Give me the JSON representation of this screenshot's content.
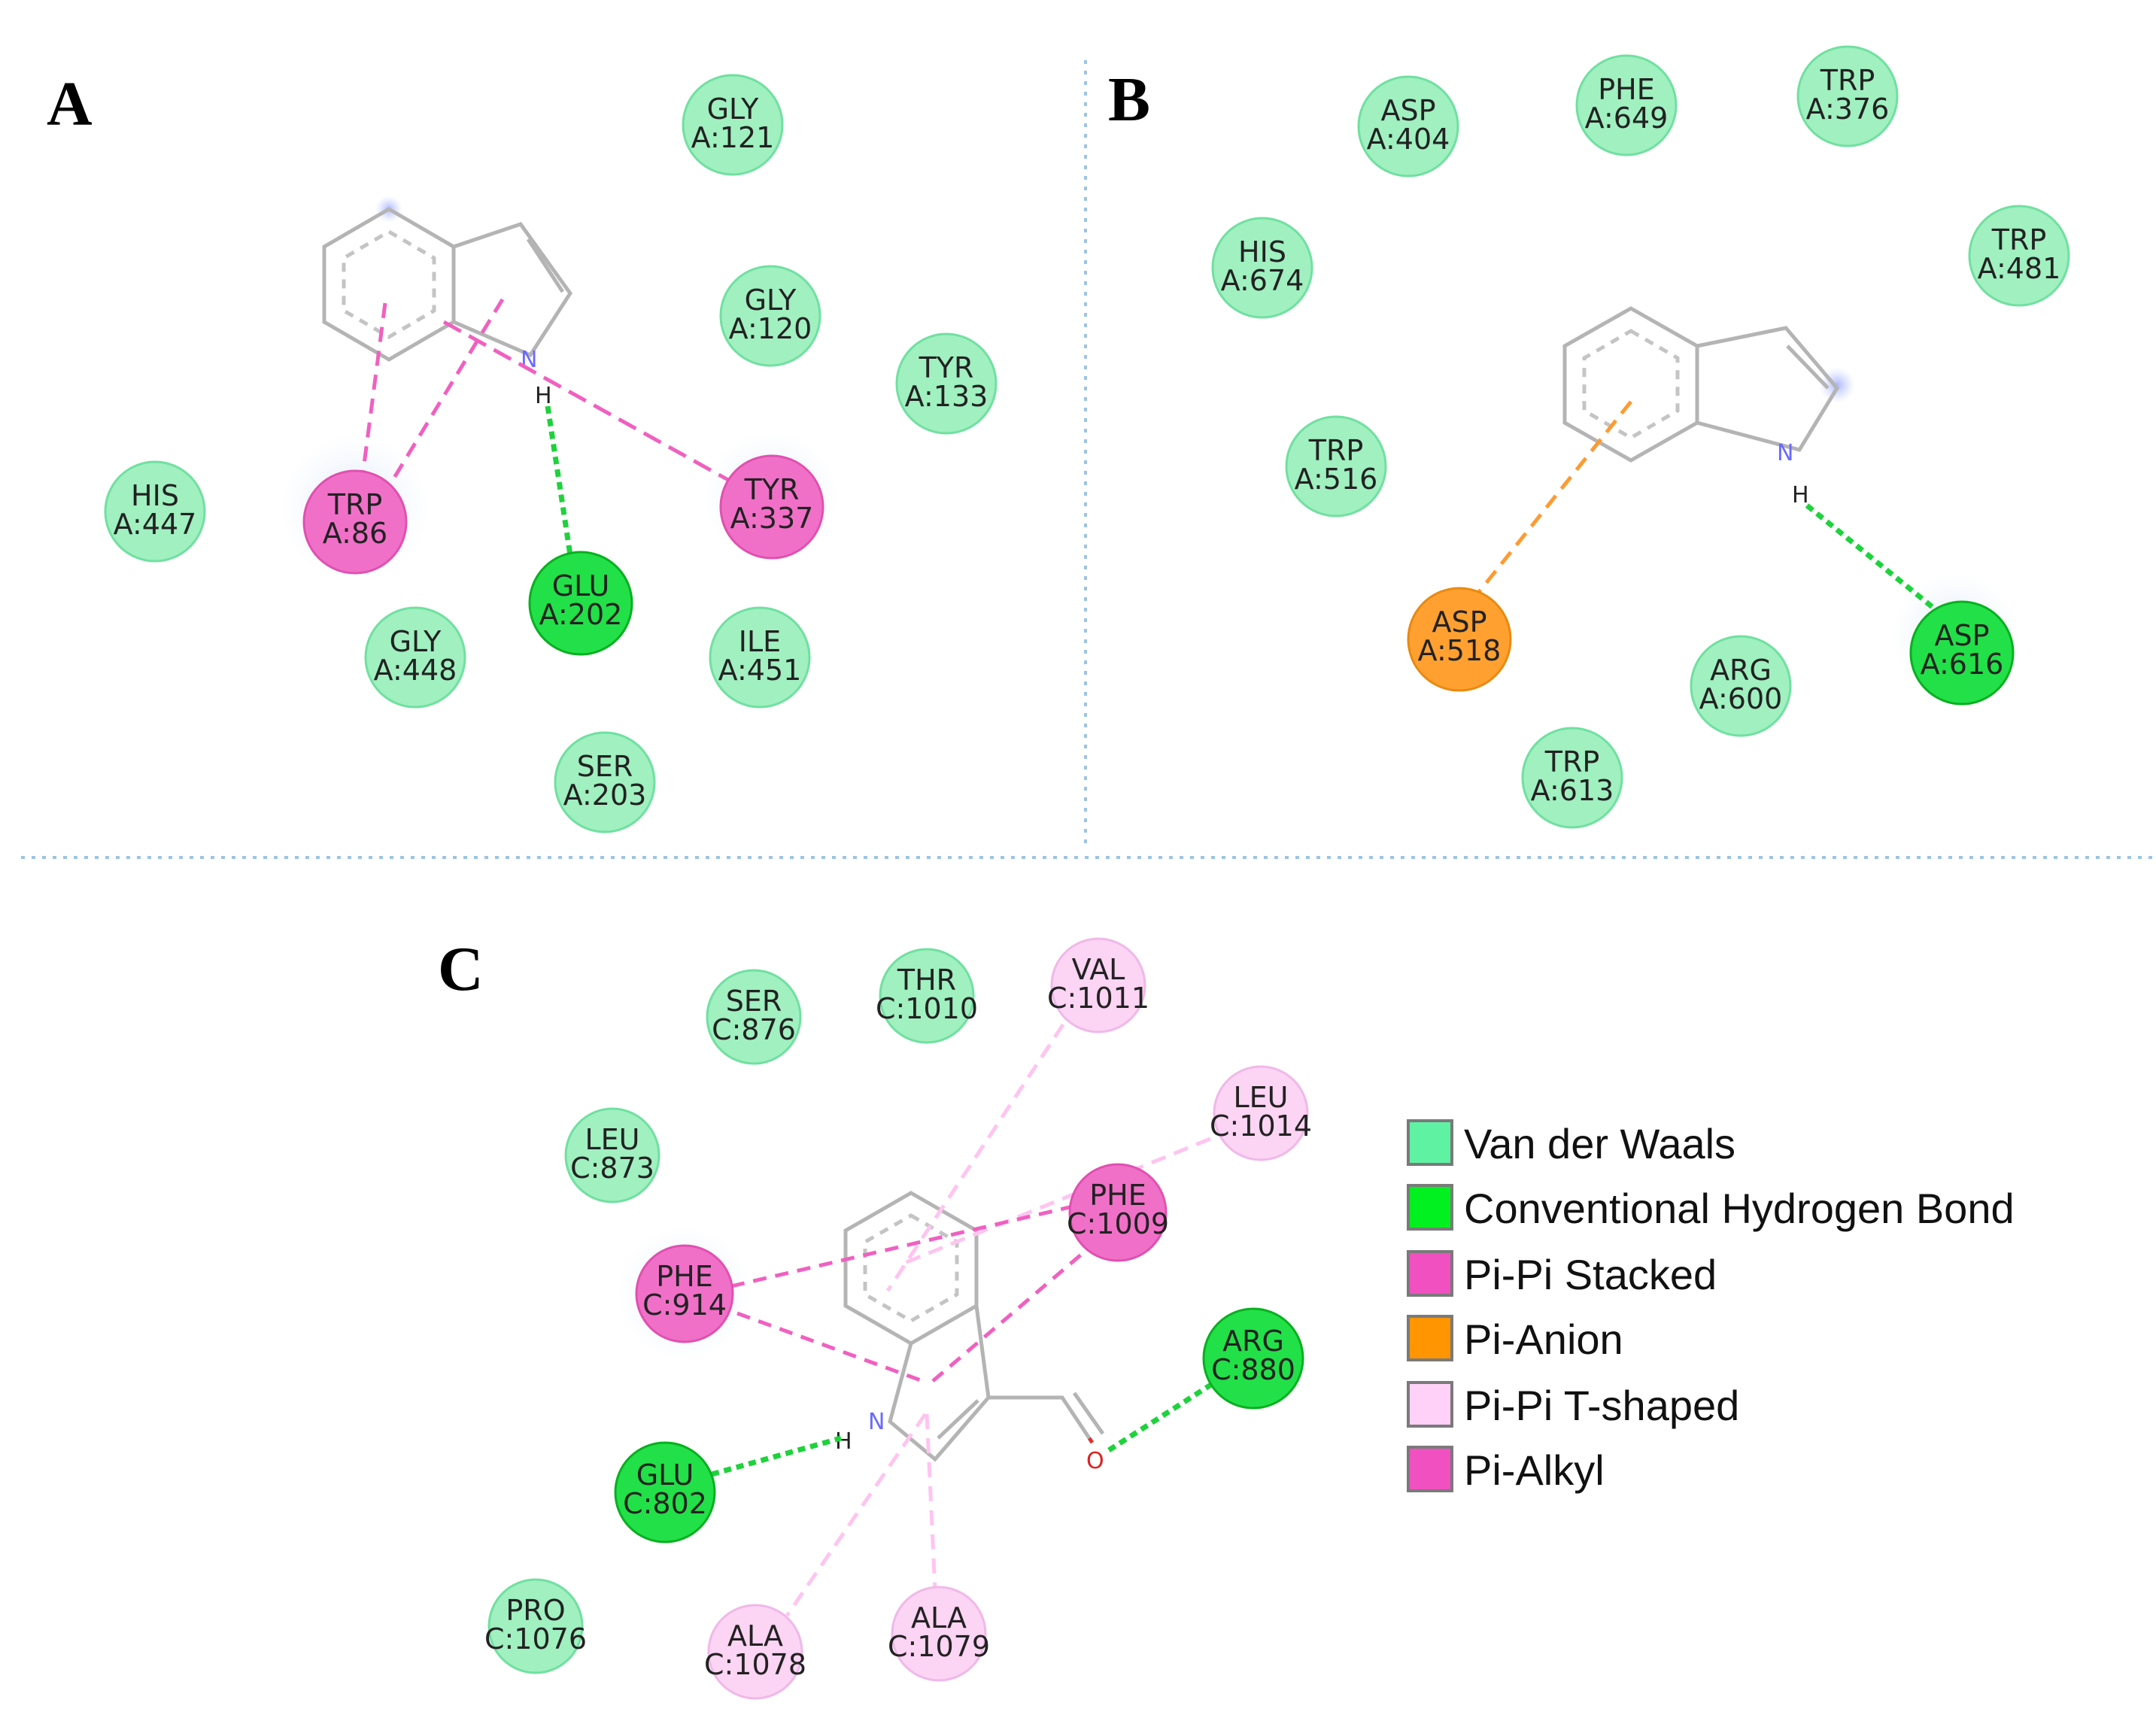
{
  "panels": [
    {
      "label": "A",
      "residues": [
        {
          "name": "GLY",
          "id": "A:121",
          "type": "vdw"
        },
        {
          "name": "GLY",
          "id": "A:120",
          "type": "vdw"
        },
        {
          "name": "TYR",
          "id": "A:133",
          "type": "vdw"
        },
        {
          "name": "HIS",
          "id": "A:447",
          "type": "vdw"
        },
        {
          "name": "TRP",
          "id": "A:86",
          "type": "pipi-stacked"
        },
        {
          "name": "TYR",
          "id": "A:337",
          "type": "pipi-stacked"
        },
        {
          "name": "GLU",
          "id": "A:202",
          "type": "hbond"
        },
        {
          "name": "GLY",
          "id": "A:448",
          "type": "vdw"
        },
        {
          "name": "ILE",
          "id": "A:451",
          "type": "vdw"
        },
        {
          "name": "SER",
          "id": "A:203",
          "type": "vdw"
        }
      ],
      "atoms": [
        "N",
        "H"
      ]
    },
    {
      "label": "B",
      "residues": [
        {
          "name": "ASP",
          "id": "A:404",
          "type": "vdw"
        },
        {
          "name": "PHE",
          "id": "A:649",
          "type": "vdw"
        },
        {
          "name": "TRP",
          "id": "A:376",
          "type": "vdw"
        },
        {
          "name": "HIS",
          "id": "A:674",
          "type": "vdw"
        },
        {
          "name": "TRP",
          "id": "A:481",
          "type": "vdw"
        },
        {
          "name": "TRP",
          "id": "A:516",
          "type": "vdw"
        },
        {
          "name": "ASP",
          "id": "A:518",
          "type": "pi-anion"
        },
        {
          "name": "ASP",
          "id": "A:616",
          "type": "hbond"
        },
        {
          "name": "ARG",
          "id": "A:600",
          "type": "vdw"
        },
        {
          "name": "TRP",
          "id": "A:613",
          "type": "vdw"
        }
      ],
      "atoms": [
        "N",
        "H"
      ]
    },
    {
      "label": "C",
      "residues": [
        {
          "name": "SER",
          "id": "C:876",
          "type": "vdw"
        },
        {
          "name": "THR",
          "id": "C:1010",
          "type": "vdw"
        },
        {
          "name": "VAL",
          "id": "C:1011",
          "type": "pipi-t"
        },
        {
          "name": "LEU",
          "id": "C:1014",
          "type": "pipi-t"
        },
        {
          "name": "LEU",
          "id": "C:873",
          "type": "vdw"
        },
        {
          "name": "PHE",
          "id": "C:1009",
          "type": "pipi-stacked"
        },
        {
          "name": "PHE",
          "id": "C:914",
          "type": "pipi-stacked"
        },
        {
          "name": "ARG",
          "id": "C:880",
          "type": "hbond"
        },
        {
          "name": "GLU",
          "id": "C:802",
          "type": "hbond"
        },
        {
          "name": "PRO",
          "id": "C:1076",
          "type": "vdw"
        },
        {
          "name": "ALA",
          "id": "C:1078",
          "type": "pipi-t"
        },
        {
          "name": "ALA",
          "id": "C:1079",
          "type": "pipi-t"
        }
      ],
      "atoms": [
        "N",
        "H",
        "O"
      ]
    }
  ],
  "legend": [
    {
      "label": "Van der Waals",
      "color": "#5ef2a2"
    },
    {
      "label": "Conventional Hydrogen Bond",
      "color": "#00f020"
    },
    {
      "label": "Pi-Pi Stacked",
      "color": "#f050c0"
    },
    {
      "label": "Pi-Anion",
      "color": "#ff9500"
    },
    {
      "label": "Pi-Pi T-shaped",
      "color": "#ffd0f8"
    },
    {
      "label": "Pi-Alkyl",
      "color": "#f050c0"
    }
  ],
  "type_colors": {
    "vdw": {
      "fill": "#a0f0c0",
      "edge": "#70e0a0"
    },
    "hbond": {
      "fill": "#22e048",
      "edge": "#08b020"
    },
    "pipi-stacked": {
      "fill": "#f070c8",
      "edge": "#e050b0"
    },
    "pi-anion": {
      "fill": "#ffa030",
      "edge": "#e88a10"
    },
    "pipi-t": {
      "fill": "#fcd4f4",
      "edge": "#f0b8e8"
    }
  },
  "line_colors": {
    "hbond": "#1ed23c",
    "pipi-stacked": "#f060c0",
    "pi-anion": "#ff9a30",
    "pipi-t": "#ffc4f0"
  }
}
